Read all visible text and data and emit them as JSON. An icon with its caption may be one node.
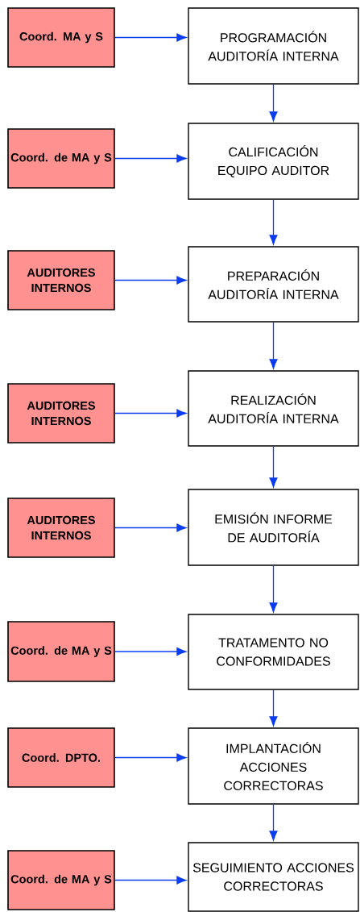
{
  "diagram": {
    "nodes": [
      {
        "text": [
          "Coord. MA y S"
        ]
      },
      {
        "text": [
          "PROGRAMACIÓN AUDITORÍA INTERNA"
        ]
      },
      {
        "text": [
          "Coord. de MA y S"
        ]
      },
      {
        "text": [
          "CALIFICACIÓN EQUIPO AUDITOR"
        ]
      },
      {
        "text": [
          "AUDITORES INTERNOS"
        ]
      },
      {
        "text": [
          "PREPARACIÓN AUDITORÍA INTERNA"
        ]
      },
      {
        "text": [
          "AUDITORES INTERNOS"
        ]
      },
      {
        "text": [
          "REALIZACIÓN AUDITORÍA INTERNA"
        ]
      },
      {
        "text": [
          "AUDITORES INTERNOS"
        ]
      },
      {
        "text": [
          "EMISIÓN INFORME DE AUDITORÍA"
        ]
      },
      {
        "text": [
          "Coord. de MA y S"
        ]
      },
      {
        "text": [
          "TRATAMENTO NO CONFORMIDADES"
        ]
      },
      {
        "text": [
          "Coord. DPTO."
        ]
      },
      {
        "text": [
          "IMPLANTACIÓN ACCIONES CORRECTORAS"
        ]
      },
      {
        "text": [
          "Coord. de MA y S"
        ]
      },
      {
        "text": [
          "SEGUIMIENTO ACCIONES CORRECTORAS"
        ]
      }
    ],
    "edges": [
      {
        "from": 0,
        "to": 1,
        "arrow": "to"
      },
      {
        "from": 1,
        "to": 3,
        "arrow": "to"
      },
      {
        "from": 2,
        "to": 3,
        "arrow": "to"
      },
      {
        "from": 3,
        "to": 5,
        "arrow": "to"
      },
      {
        "from": 4,
        "to": 5,
        "arrow": "to"
      },
      {
        "from": 5,
        "to": 7,
        "arrow": "to"
      },
      {
        "from": 6,
        "to": 7,
        "arrow": "to"
      },
      {
        "from": 7,
        "to": 9,
        "arrow": "to"
      },
      {
        "from": 8,
        "to": 9,
        "arrow": "to"
      },
      {
        "from": 9,
        "to": 11,
        "arrow": "to"
      },
      {
        "from": 10,
        "to": 11,
        "arrow": "to"
      },
      {
        "from": 11,
        "to": 13,
        "arrow": "to"
      },
      {
        "from": 12,
        "to": 13,
        "arrow": "to"
      },
      {
        "from": 13,
        "to": 15,
        "arrow": "to"
      },
      {
        "from": 14,
        "to": 15,
        "arrow": "to"
      }
    ]
  }
}
